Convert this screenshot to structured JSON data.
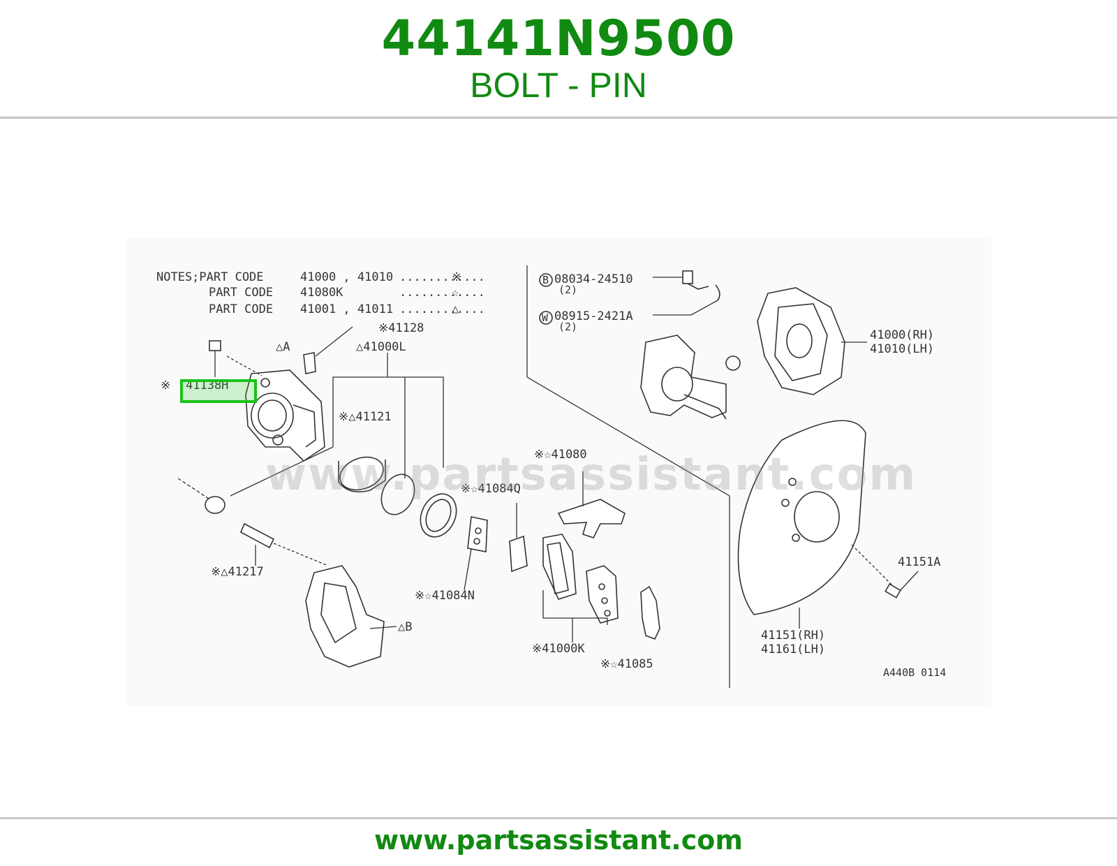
{
  "header": {
    "part_number": "44141N9500",
    "part_name": "BOLT - PIN"
  },
  "footer": {
    "url": "www.partsassistant.com"
  },
  "watermark": "www.partsassistant.com",
  "colors": {
    "brand_green": "#118a11",
    "highlight": "#17c317",
    "rule": "#c6c6c6"
  },
  "diagram": {
    "notes": [
      {
        "label": "NOTES;PART CODE",
        "codes": "41000  , 41010",
        "symbol": "※"
      },
      {
        "label": "PART CODE",
        "codes": "41080K",
        "symbol": "☆"
      },
      {
        "label": "PART CODE",
        "codes": "41001  , 41011",
        "symbol": "△"
      }
    ],
    "callouts": {
      "c41128": "※41128",
      "cA": "△A",
      "c41000L": "△41000L",
      "c41138H_prefix": "※",
      "c41138H": "41138H",
      "c41121": "※△41121",
      "c41217": "※△41217",
      "cB": "△B",
      "c41084Q": "※☆41084Q",
      "c41084N": "※☆41084N",
      "c41080": "※☆41080",
      "c41000K": "※41000K",
      "c41085": "※☆41085",
      "b_mark": "B",
      "b_part": "08034-24510",
      "b_qty": "(2)",
      "w_mark": "W",
      "w_part": "08915-2421A",
      "w_qty": "(2)",
      "c41000RH": "41000(RH)",
      "c41010LH": "41010(LH)",
      "c41151A": "41151A",
      "c41151RH": "41151(RH)",
      "c41161LH": "41161(LH)",
      "drawing_code": "A440B 0114"
    },
    "highlighted_part": "41138H"
  }
}
